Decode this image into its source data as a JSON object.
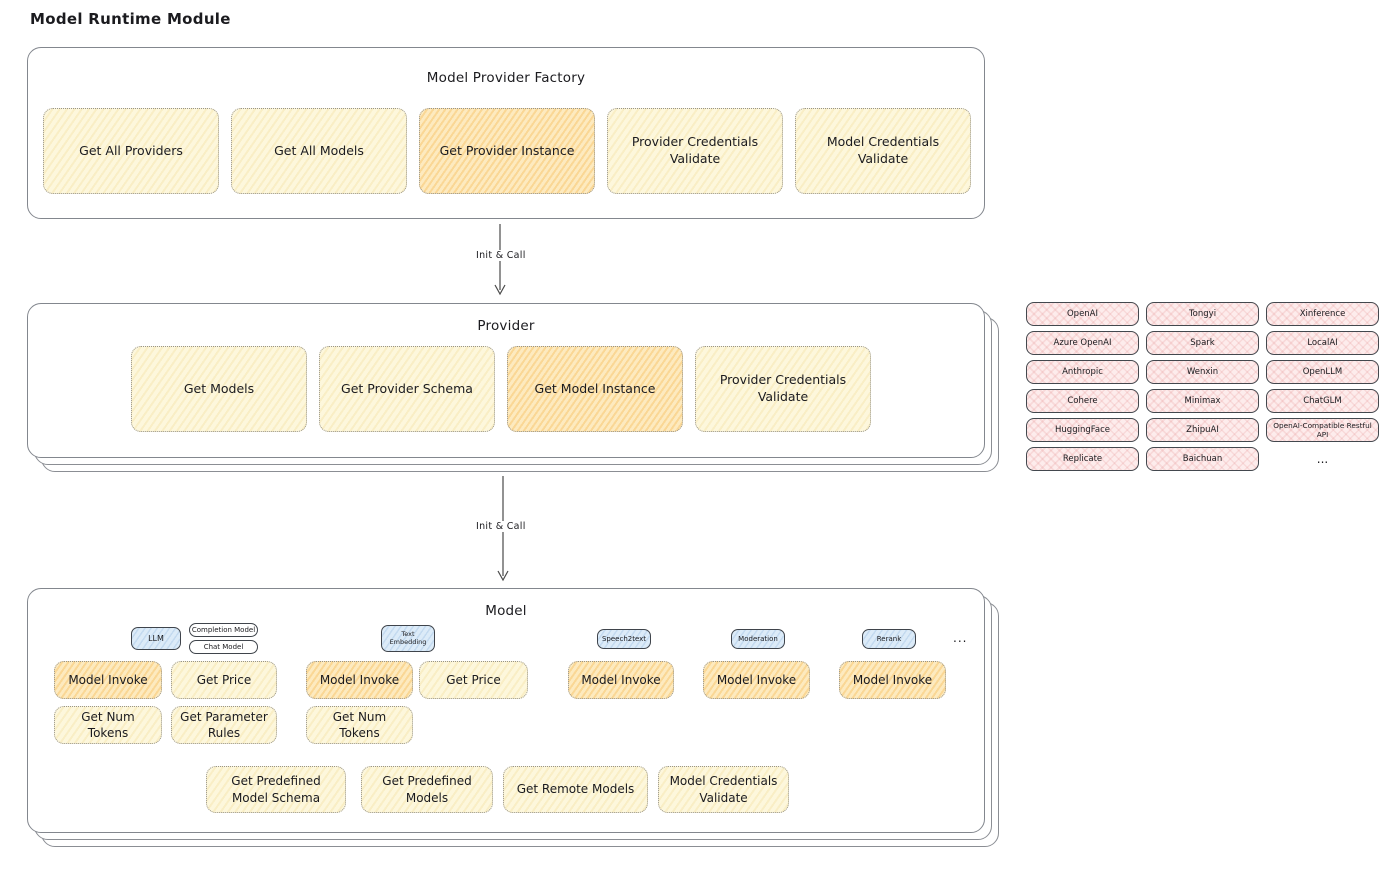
{
  "page": {
    "title": "Model Runtime Module"
  },
  "arrows": {
    "init_call": "Init & Call"
  },
  "factory": {
    "title": "Model Provider Factory",
    "boxes": [
      {
        "label": "Get All Providers",
        "variant": "yellow"
      },
      {
        "label": "Get All Models",
        "variant": "yellow"
      },
      {
        "label": "Get Provider Instance",
        "variant": "orange"
      },
      {
        "label": "Provider Credentials Validate",
        "variant": "yellow"
      },
      {
        "label": "Model Credentials Validate",
        "variant": "yellow"
      }
    ]
  },
  "provider_panel": {
    "title": "Provider",
    "boxes": [
      {
        "label": "Get Models",
        "variant": "yellow"
      },
      {
        "label": "Get Provider Schema",
        "variant": "yellow"
      },
      {
        "label": "Get Model Instance",
        "variant": "orange"
      },
      {
        "label": "Provider Credentials Validate",
        "variant": "yellow"
      }
    ]
  },
  "providers_grid": {
    "items": [
      "OpenAI",
      "Tongyi",
      "Xinference",
      "Azure OpenAI",
      "Spark",
      "LocalAI",
      "Anthropic",
      "Wenxin",
      "OpenLLM",
      "Cohere",
      "Minimax",
      "ChatGLM",
      "HuggingFace",
      "ZhipuAI",
      "OpenAI-Compatible Restful API",
      "Replicate",
      "Baichuan"
    ],
    "more": "..."
  },
  "model_panel": {
    "title": "Model",
    "tags": {
      "llm": "LLM",
      "completion_model": "Completion Model",
      "chat_model": "Chat Model",
      "text_embedding": "Text Embedding",
      "speech2text": "Speech2text",
      "moderation": "Moderation",
      "rerank": "Rerank",
      "more": "..."
    },
    "ops": {
      "model_invoke": "Model Invoke",
      "get_price": "Get Price",
      "get_num_tokens": "Get Num Tokens",
      "get_parameter_rules": "Get Parameter Rules"
    },
    "bottom": [
      "Get Predefined Model Schema",
      "Get Predefined Models",
      "Get Remote Models",
      "Model Credentials Validate"
    ]
  },
  "colors": {
    "yellow_fill": "#fdf7dc",
    "orange_fill": "#fdeabf",
    "pink_fill": "#fdecec",
    "blue_fill": "#dcebf8",
    "panel_border": "#83878e",
    "text": "#1b1b1f"
  }
}
